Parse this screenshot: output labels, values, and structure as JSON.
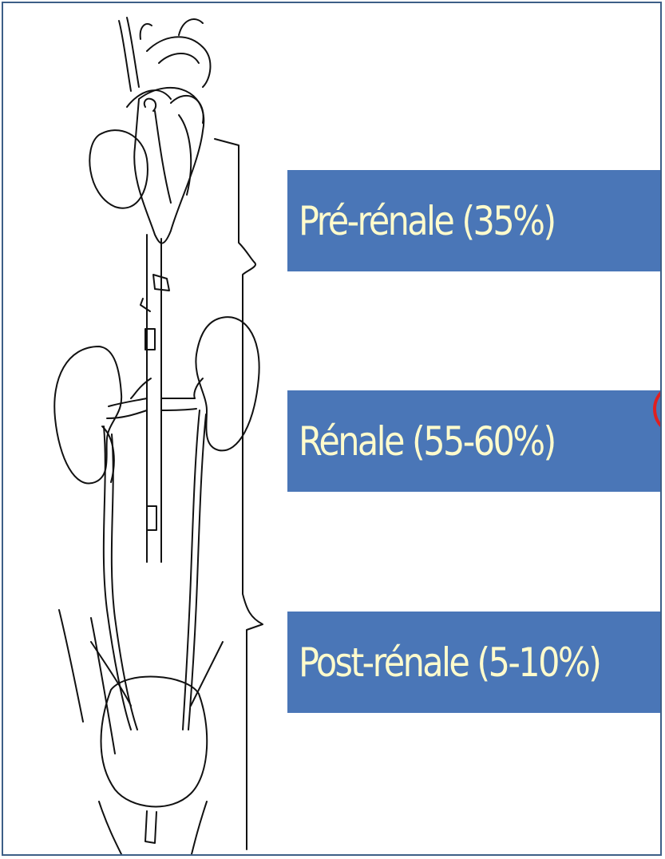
{
  "labels": {
    "pre_renale": "Pré-rénale (35%)",
    "renale": "Rénale (55-60%)",
    "post_renale": "Post-rénale (5-10%)"
  },
  "colors": {
    "box_fill": "#4a76b7",
    "label_text": "#fffbcc",
    "frame_border": "#3d5f87",
    "highlight_circle": "#e02020"
  },
  "illustration": "heart-aorta-kidneys-ureters-bladder-line-drawing"
}
